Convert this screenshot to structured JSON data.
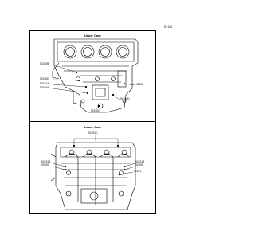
{
  "page_code": "E1113",
  "upper_case": {
    "title": "Upper Case",
    "callouts": [
      "92150B",
      "92150D",
      "92151A",
      "92150A",
      "92150",
      "92150D",
      "92150C"
    ]
  },
  "lower_case": {
    "title": "Lower Case",
    "callouts": [
      "92151C",
      "92151B",
      "92200",
      "92151B",
      "92200",
      "92151"
    ]
  }
}
